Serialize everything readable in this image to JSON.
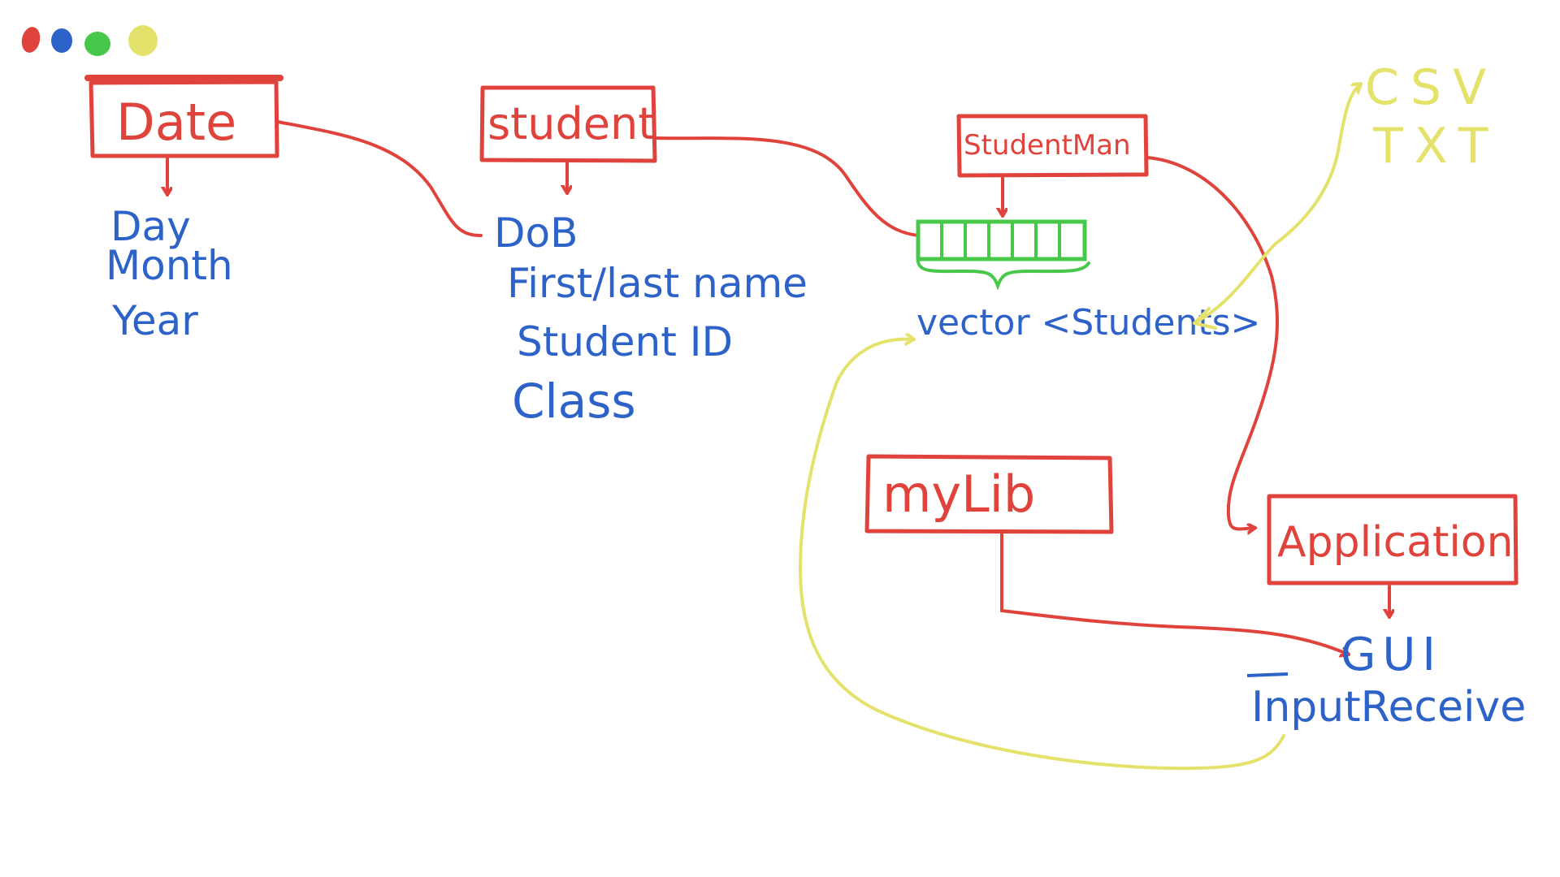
{
  "colors": {
    "red": "#e0423c",
    "blue": "#2d63c8",
    "green": "#48c84a",
    "yellow": "#e4e26a",
    "background": "#ffffff"
  },
  "palette_dots": [
    "red",
    "blue",
    "green",
    "yellow"
  ],
  "boxes": {
    "date": "Date",
    "student": "student",
    "studentman": "StudentMan",
    "mylib": "myLib",
    "application": "Application"
  },
  "date_fields": [
    "Day",
    "Month",
    "Year"
  ],
  "student_fields": [
    "DoB",
    "First/last name",
    "Student ID",
    "Class"
  ],
  "vector_label": "vector <Students>",
  "formats": [
    "CSV",
    "TXT"
  ],
  "app_fields": [
    "GUI",
    "InputReceive"
  ]
}
